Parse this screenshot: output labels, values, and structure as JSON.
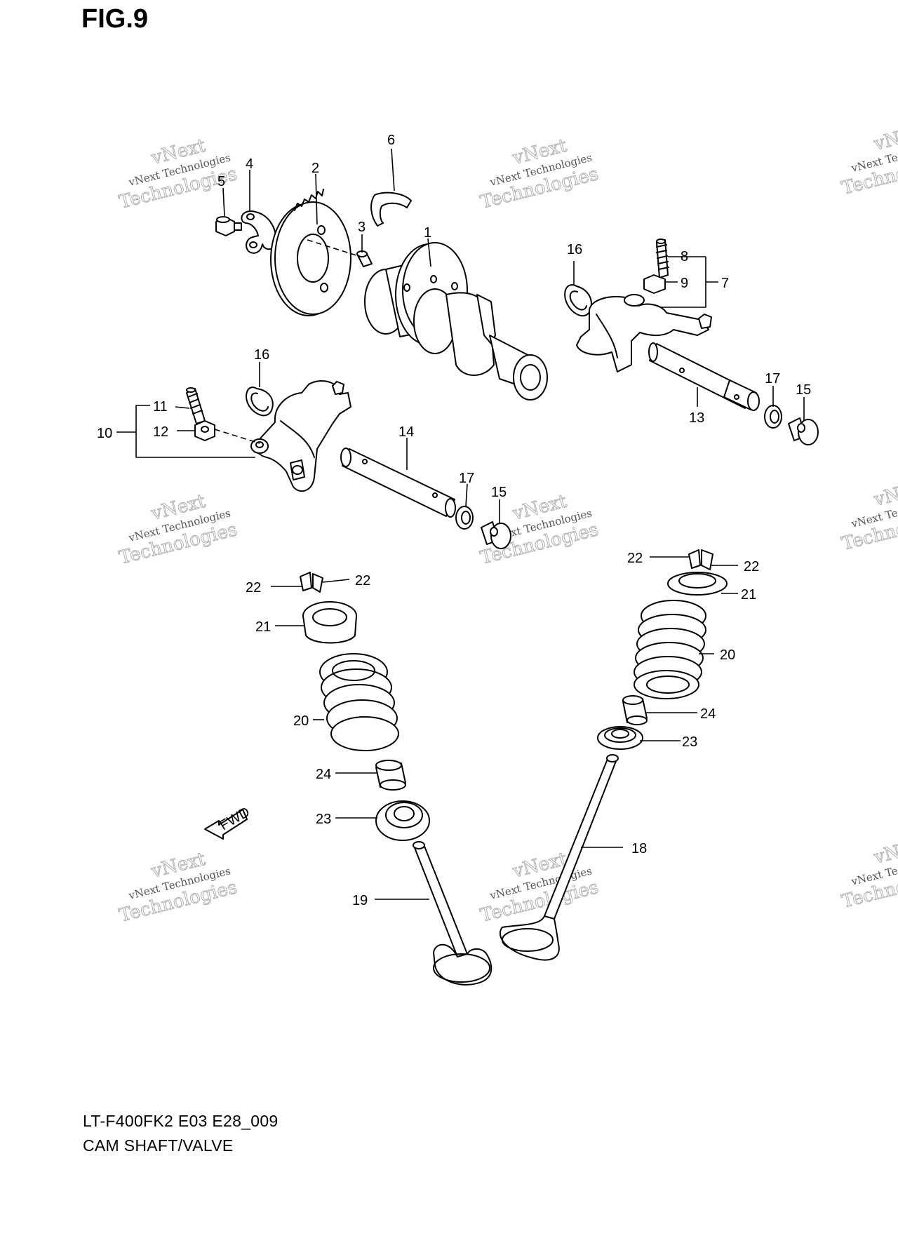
{
  "figure": {
    "title": "FIG.9",
    "model_code": "LT-F400FK2  E03  E28_009",
    "section_name": "CAM SHAFT/VALVE"
  },
  "watermark": {
    "line_small": "vNext Technologies",
    "line_big": "Technologies",
    "line_top": "vNext"
  },
  "callouts": [
    "1",
    "2",
    "3",
    "4",
    "5",
    "6",
    "7",
    "8",
    "9",
    "10",
    "11",
    "12",
    "13",
    "14",
    "15",
    "16",
    "17",
    "18",
    "19",
    "20",
    "21",
    "22",
    "23",
    "24"
  ],
  "fwd_label": "FWD"
}
